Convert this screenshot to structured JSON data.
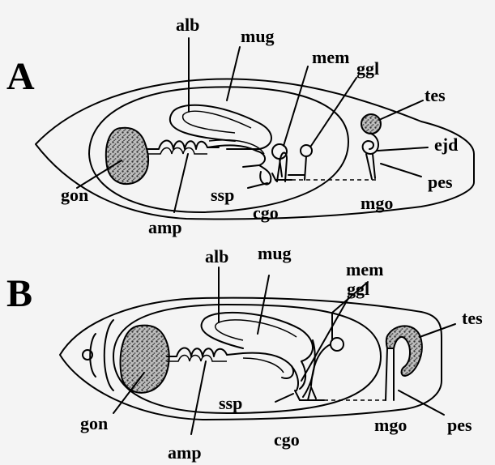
{
  "panels": [
    {
      "letter": "A",
      "labels": {
        "alb": "alb",
        "mug": "mug",
        "mem": "mem",
        "ggl": "ggl",
        "tes": "tes",
        "ejd": "ejd",
        "gon": "gon",
        "ssp": "ssp",
        "pes": "pes",
        "mgo": "mgo",
        "cgo": "cgo",
        "amp": "amp"
      }
    },
    {
      "letter": "B",
      "labels": {
        "alb": "alb",
        "mug": "mug",
        "mem": "mem",
        "ggl": "ggl",
        "tes": "tes",
        "gon": "gon",
        "ssp": "ssp",
        "pes": "pes",
        "mgo": "mgo",
        "cgo": "cgo",
        "amp": "amp"
      }
    }
  ],
  "colors": {
    "background": "#f4f4f4",
    "ink": "#000000",
    "stipple": "#9a9a9a"
  }
}
